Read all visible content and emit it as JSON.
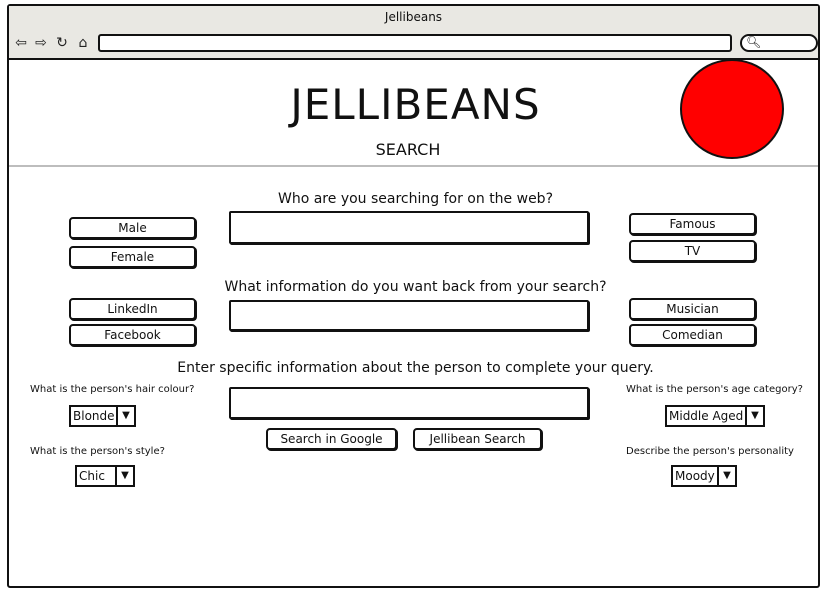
{
  "window": {
    "title": "Jellibeans"
  },
  "toolbar": {
    "back_icon": "back-arrow-icon",
    "forward_icon": "forward-arrow-icon",
    "reload_icon": "reload-icon",
    "home_icon": "home-icon",
    "address_value": "",
    "search_icon": "magnifier-icon"
  },
  "header": {
    "title": "JELLIBEANS",
    "subtitle": "SEARCH",
    "logo_color": "#ff0000"
  },
  "questions": {
    "who": "Who are you searching for on the web?",
    "what": "What information do you want back from your search?",
    "specific": "Enter specific information about the person to complete your query."
  },
  "left_buttons": {
    "male": "Male",
    "female": "Female",
    "linkedin": "LinkedIn",
    "facebook": "Facebook"
  },
  "right_buttons": {
    "famous": "Famous",
    "tv": "TV",
    "musician": "Musician",
    "comedian": "Comedian"
  },
  "inputs": {
    "who_value": "",
    "what_value": "",
    "specific_value": ""
  },
  "actions": {
    "google": "Search in Google",
    "jellibean": "Jellibean Search"
  },
  "filters": {
    "hair_label": "What is the person's hair colour?",
    "hair_value": "Blonde",
    "style_label": "What is the person's style?",
    "style_value": "Chic",
    "age_label": "What is the person's age category?",
    "age_value": "Middle Aged",
    "personality_label": "Describe the person's personality",
    "personality_value": "Moody"
  }
}
